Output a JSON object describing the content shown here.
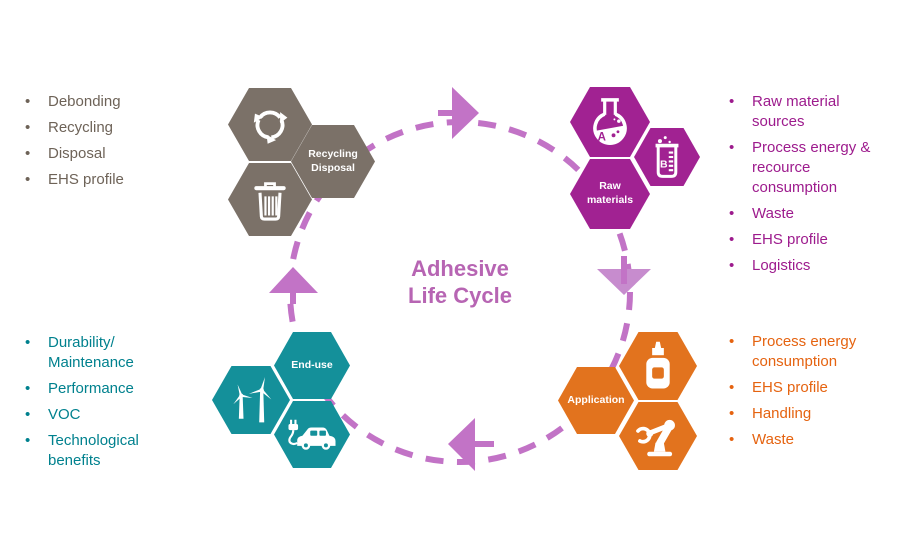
{
  "title": {
    "line1": "Adhesive",
    "line2": "Life Cycle"
  },
  "colors": {
    "gray": "#7b7168",
    "gray_text": "#6e6358",
    "purple": "#a12292",
    "purple_text": "#9d1b8d",
    "teal": "#14909a",
    "teal_text": "#00818e",
    "orange": "#e2731e",
    "orange_text": "#e56310",
    "orchid": "#c273c6",
    "orchid_light": "#c78cce",
    "title_text": "#b765b3"
  },
  "hex_labels": {
    "recycling_disposal": "Recycling Disposal",
    "raw_materials": "Raw materials",
    "end_use": "End-use",
    "application": "Application"
  },
  "letters": {
    "flask": "A",
    "beaker": "B"
  },
  "icons": {
    "recycling": "recycle-arrows",
    "disposal": "trash-can",
    "raw_material_a": "round-flask-with-liquid",
    "raw_material_b": "beaker-with-scale",
    "end_use_energy": "wind-turbines",
    "end_use_mobility": "electric-car-with-plug",
    "application_product": "glue-bottle",
    "application_process": "robot-arm",
    "flow": "dashed-circle-with-clockwise-arrows"
  },
  "lists": {
    "recycling_disposal": {
      "items": [
        "Debonding",
        "Recycling",
        "Disposal",
        "EHS profile"
      ]
    },
    "raw_materials": {
      "items": [
        "Raw material\nsources",
        "Process energy &\nrecource\nconsumption",
        "Waste",
        "EHS profile",
        "Logistics"
      ]
    },
    "end_use": {
      "items": [
        "Durability/\nMaintenance",
        "Performance",
        "VOC",
        "Technological\nbenefits"
      ]
    },
    "application": {
      "items": [
        "Process energy\nconsumption",
        "EHS profile",
        "Handling",
        "Waste"
      ]
    }
  }
}
